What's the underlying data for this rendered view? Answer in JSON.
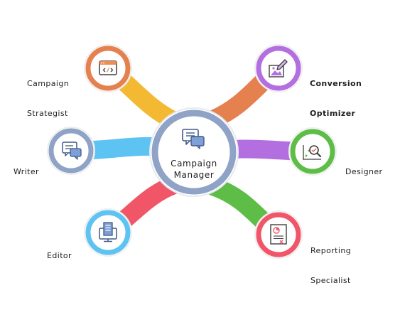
{
  "center": {
    "label_line1": "Campaign",
    "label_line2": "Manager",
    "icon": "chat-bubbles-icon",
    "ring_color": "#8fa3c7"
  },
  "roles": [
    {
      "key": "campaign-strategist",
      "line1": "Campaign",
      "line2": "Strategist",
      "icon": "browser-code-icon",
      "color": "#e5804f",
      "arm_color": "#f4b933"
    },
    {
      "key": "writer",
      "line1": "Writer",
      "line2": "",
      "icon": "chat-bubbles-icon",
      "color": "#8fa3c7",
      "arm_color": "#5cc3f2"
    },
    {
      "key": "editor",
      "line1": "Editor",
      "line2": "",
      "icon": "document-monitor-icon",
      "color": "#5cc3f2",
      "arm_color": "#f05668"
    },
    {
      "key": "conversion-optimizer",
      "line1": "Conversion",
      "line2": "Optimizer",
      "icon": "pen-image-icon",
      "color": "#b36ee0",
      "arm_color": "#e5804f"
    },
    {
      "key": "designer",
      "line1": "Designer",
      "line2": "",
      "icon": "magnifier-chart-icon",
      "color": "#5ebd47",
      "arm_color": "#b36ee0"
    },
    {
      "key": "reporting-specialist",
      "line1": "Reporting",
      "line2": "Specialist",
      "icon": "report-chart-icon",
      "color": "#f05668",
      "arm_color": "#5ebd47"
    }
  ]
}
